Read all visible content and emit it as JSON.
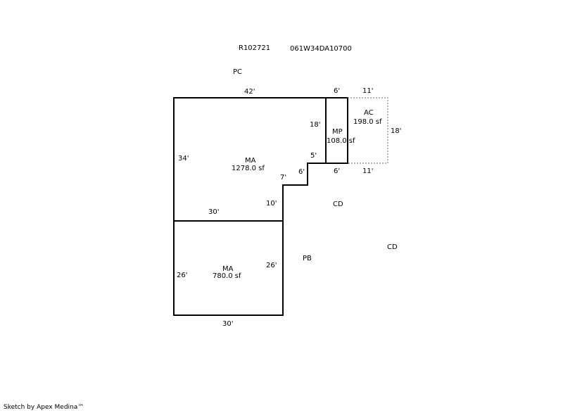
{
  "header": {
    "parcel_id": "R102721",
    "map_number": "061W34DA10700"
  },
  "labels": {
    "pc": "PC",
    "cd_upper": "CD",
    "cd_lower": "CD",
    "pb": "PB"
  },
  "areas": {
    "ma_upper": {
      "code": "MA",
      "area": "1278.0 sf"
    },
    "ma_lower": {
      "code": "MA",
      "area": "780.0 sf"
    },
    "mp": {
      "code": "MP",
      "area": "108.0 sf"
    },
    "ac": {
      "code": "AC",
      "area": "198.0 sf"
    }
  },
  "dimensions": {
    "top_42": "42'",
    "top_6": "6'",
    "top_11": "11'",
    "left_34": "34'",
    "mp_18": "18'",
    "ac_18": "18'",
    "step_5": "5'",
    "bottom_6": "6'",
    "bottom_11": "11'",
    "step_6": "6'",
    "step_7": "7'",
    "step_10": "10'",
    "mid_30": "30'",
    "left_26": "26'",
    "right_26": "26'",
    "bottom_30": "30'"
  },
  "colors": {
    "line": "#000000",
    "dotted": "#888888",
    "background": "#ffffff"
  },
  "footer": {
    "credit": "Sketch by Apex Medina™"
  }
}
